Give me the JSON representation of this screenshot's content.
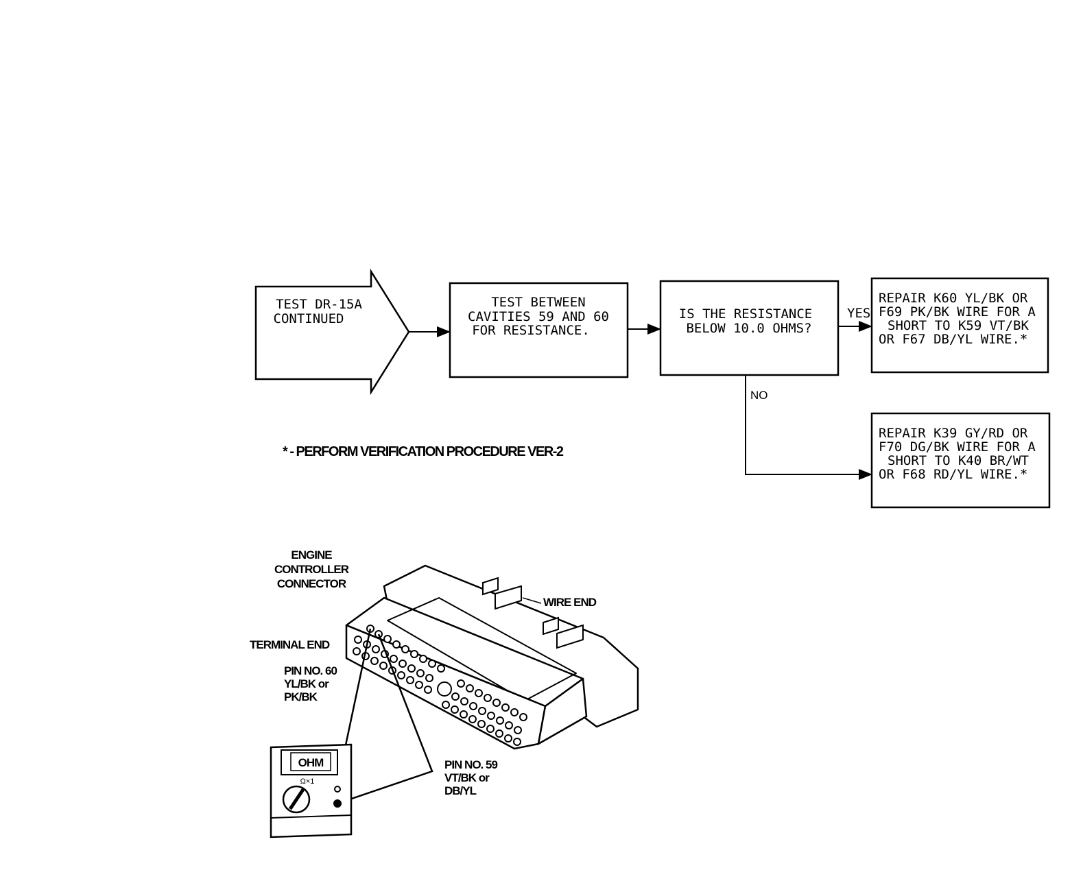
{
  "flowchart": {
    "start": {
      "lines": [
        "TEST DR-15A",
        "CONTINUED"
      ]
    },
    "step1": {
      "lines": [
        "TEST BETWEEN",
        "CAVITIES 59 AND 60",
        "FOR RESISTANCE."
      ]
    },
    "decision": {
      "lines": [
        "IS THE RESISTANCE",
        "BELOW 10.0 OHMS?"
      ]
    },
    "yes_label": "YES",
    "no_label": "NO",
    "yes_action": {
      "lines": [
        "REPAIR K60 YL/BK OR",
        "F69 PK/BK WIRE FOR A",
        "SHORT TO K59 VT/BK",
        "OR F67 DB/YL WIRE.*"
      ]
    },
    "no_action": {
      "lines": [
        "REPAIR K39 GY/RD OR",
        "F70 DG/BK WIRE FOR A",
        "SHORT TO K40 BR/WT",
        "OR F68 RD/YL WIRE.*"
      ]
    }
  },
  "footnote": "* - PERFORM VERIFICATION PROCEDURE VER-2",
  "illustration": {
    "title_lines": [
      "ENGINE",
      "CONTROLLER",
      "CONNECTOR"
    ],
    "wire_end": "WIRE END",
    "terminal_end": "TERMINAL END",
    "pin60_lines": [
      "PIN NO. 60",
      "YL/BK or",
      "PK/BK"
    ],
    "pin59_lines": [
      "PIN NO. 59",
      "VT/BK or",
      "DB/YL"
    ],
    "meter_display": "OHM",
    "meter_range": "Ω×1"
  }
}
